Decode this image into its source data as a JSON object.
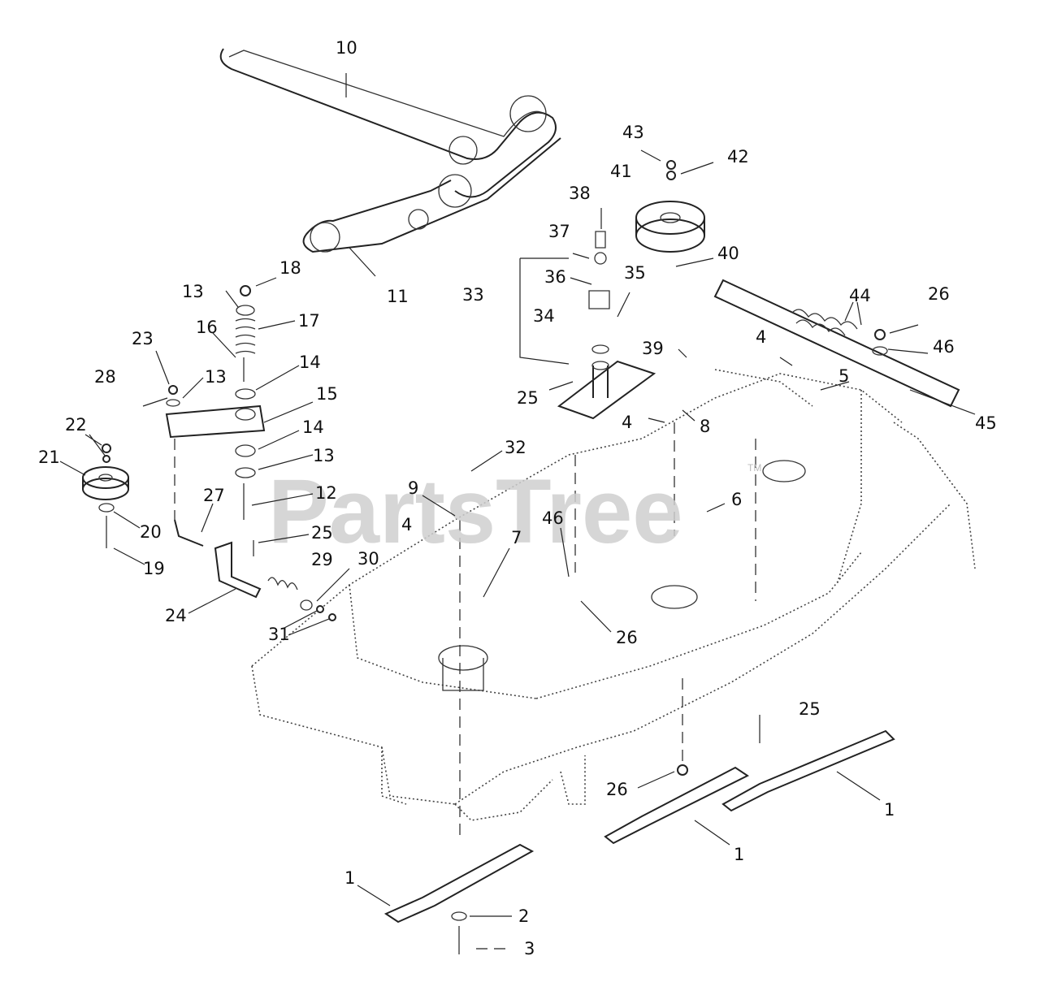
{
  "watermark": "PartsTree",
  "watermark_tm": "TM",
  "callouts": [
    "10",
    "11",
    "43",
    "42",
    "41",
    "38",
    "37",
    "36",
    "35",
    "40",
    "34",
    "33",
    "44",
    "26",
    "46",
    "45",
    "39",
    "4",
    "5",
    "25",
    "8",
    "4",
    "18",
    "13",
    "16",
    "17",
    "23",
    "28",
    "13",
    "14",
    "15",
    "14",
    "13",
    "22",
    "21",
    "12",
    "20",
    "19",
    "27",
    "25",
    "29",
    "30",
    "24",
    "31",
    "32",
    "9",
    "4",
    "7",
    "46",
    "26",
    "6",
    "25",
    "26",
    "1",
    "1",
    "1",
    "2",
    "3"
  ]
}
